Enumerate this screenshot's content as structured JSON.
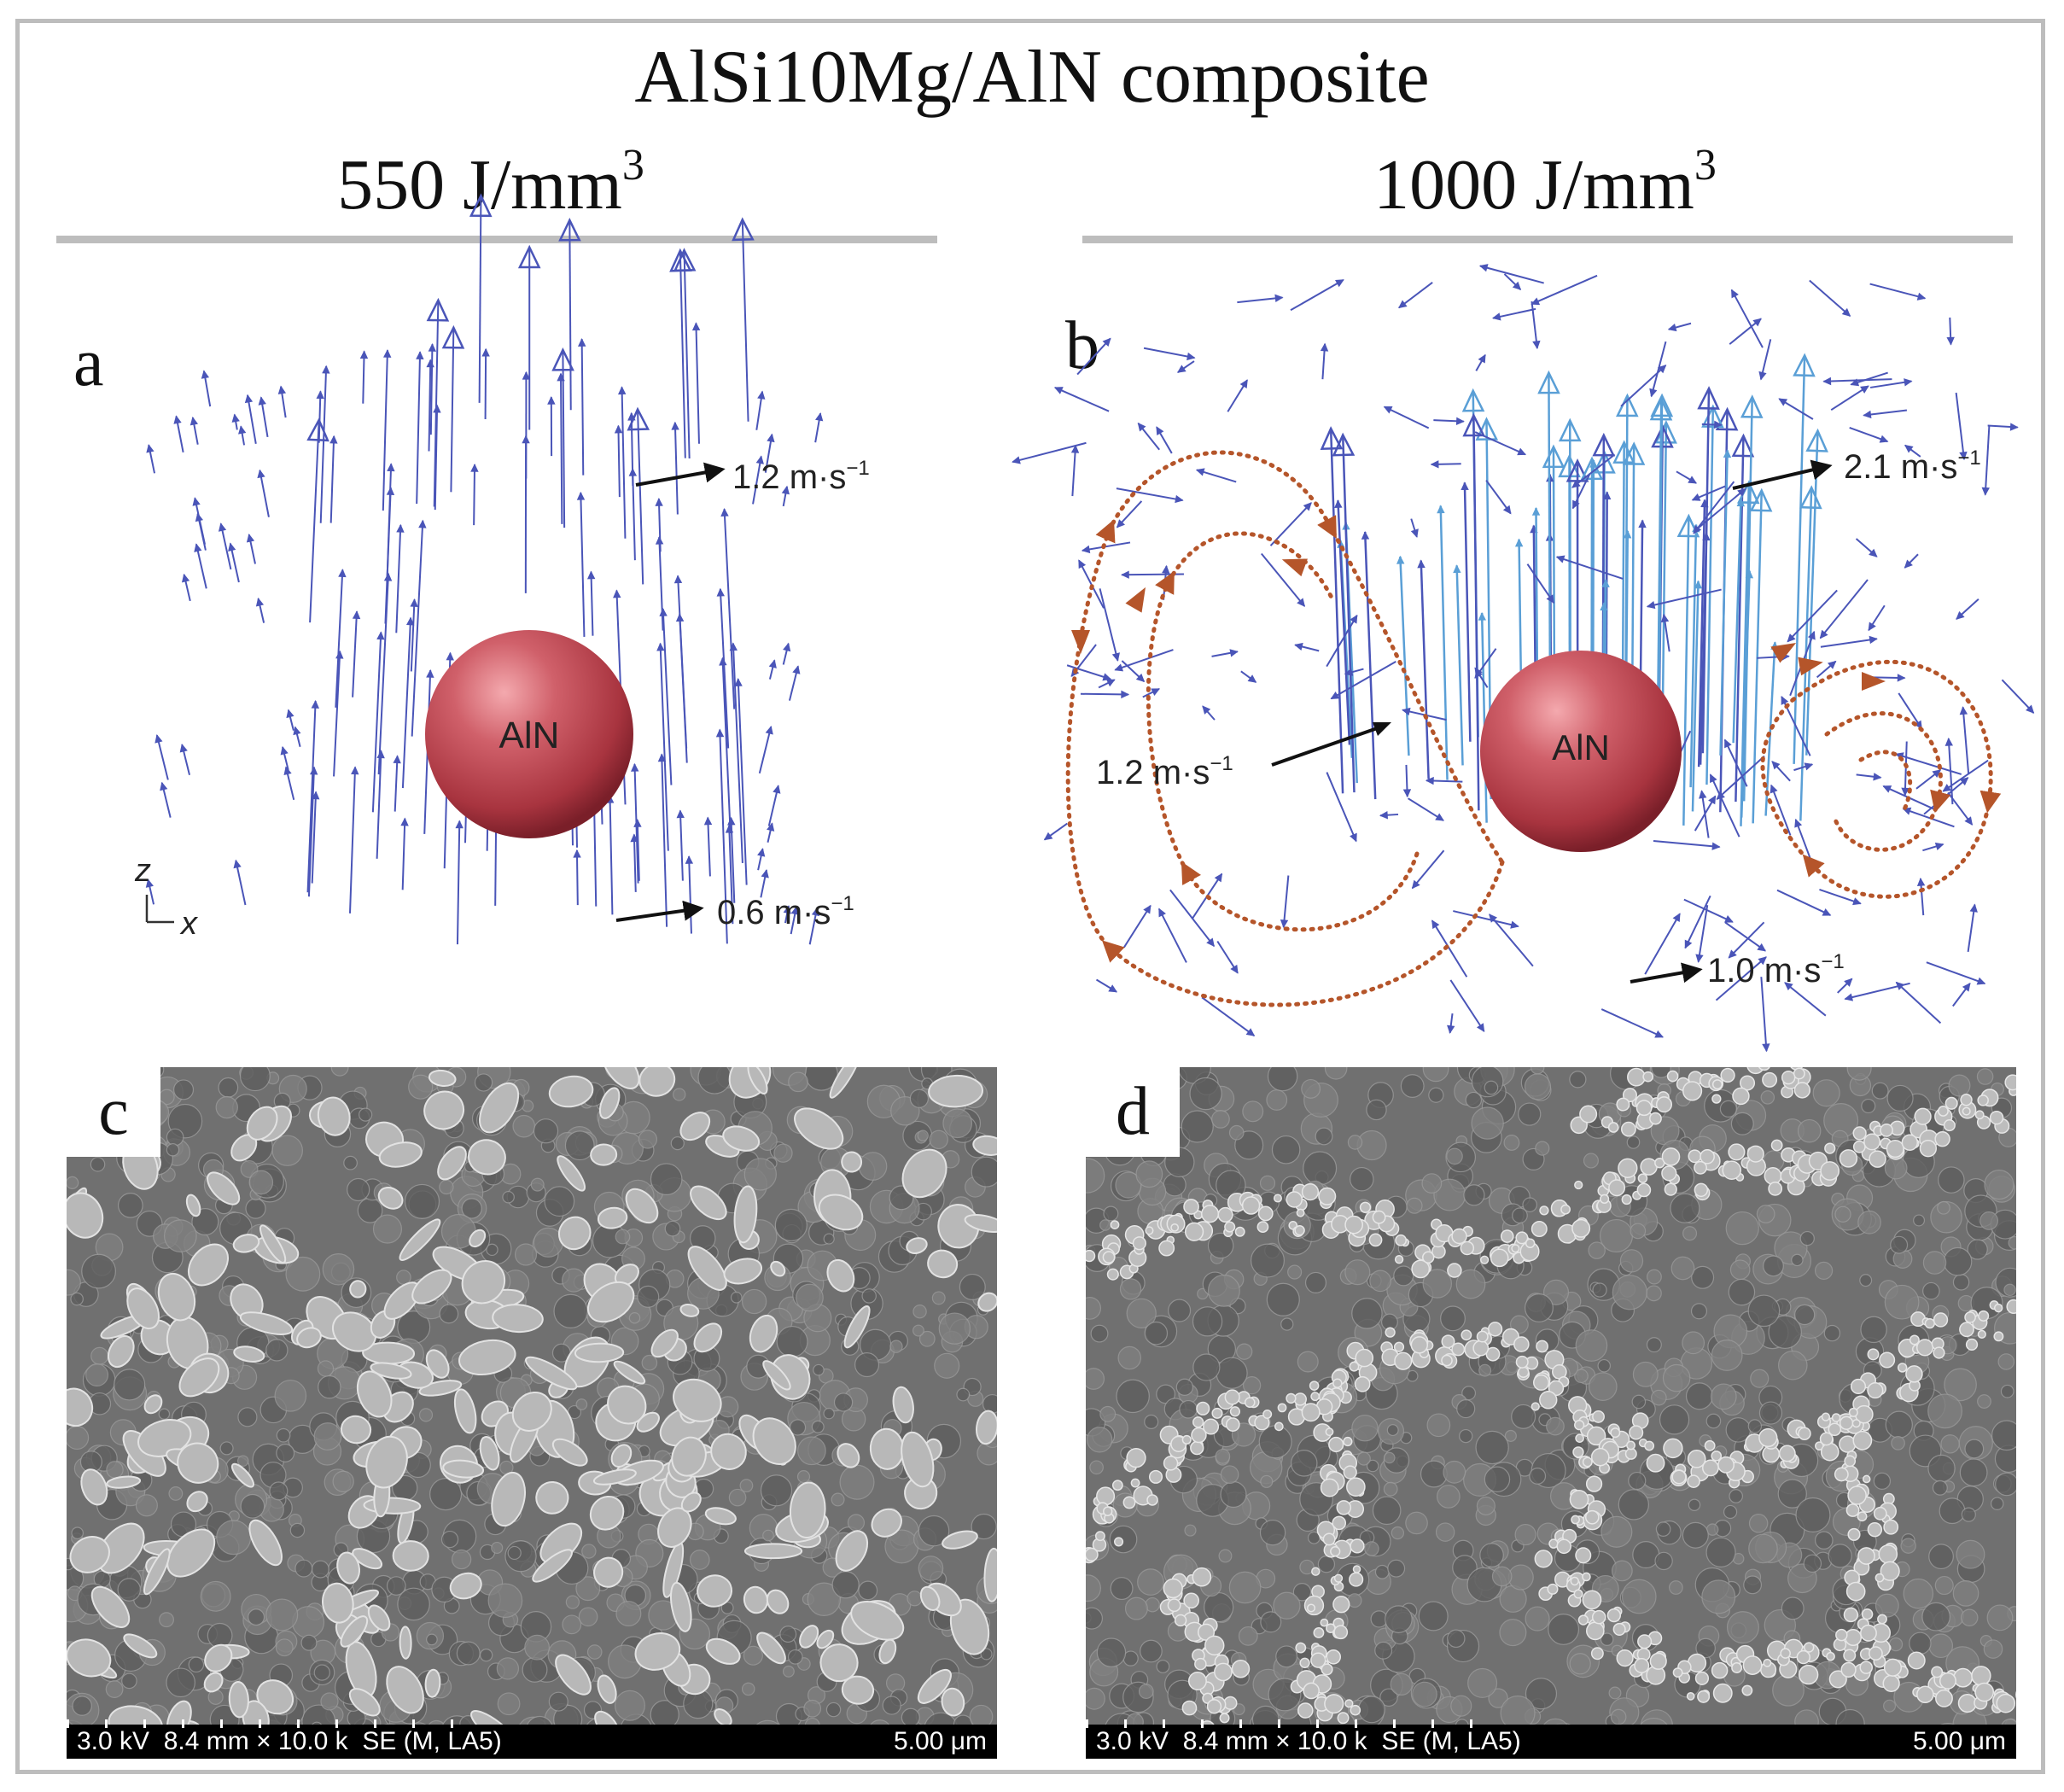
{
  "figure": {
    "title": "AlSi10Mg/AlN composite",
    "columns": [
      {
        "energy_value": "550 J/mm",
        "energy_exp": "3"
      },
      {
        "energy_value": "1000 J/mm",
        "energy_exp": "3"
      }
    ],
    "panels": {
      "a": {
        "letter": "a",
        "particle_label": "AlN",
        "axes": {
          "vertical": "z",
          "horizontal": "x"
        },
        "velocity_labels": [
          {
            "value": "1.2 m·s",
            "exp": "−1"
          },
          {
            "value": "0.6 m·s",
            "exp": "−1"
          }
        ]
      },
      "b": {
        "letter": "b",
        "particle_label": "AlN",
        "velocity_labels": [
          {
            "value": "2.1 m·s",
            "exp": "−1"
          },
          {
            "value": "1.2 m·s",
            "exp": "−1"
          },
          {
            "value": "1.0 m·s",
            "exp": "−1"
          }
        ]
      },
      "c": {
        "letter": "c",
        "info_bar": "3.0 kV  8.4 mm × 10.0 k  SE (M, LA5)",
        "scale_bar": "5.00 μm"
      },
      "d": {
        "letter": "d",
        "info_bar": "3.0 kV  8.4 mm × 10.0 k  SE (M, LA5)",
        "scale_bar": "5.00 μm"
      }
    },
    "colors": {
      "vector_dark": "#4a55b8",
      "vector_light": "#5a9fd6",
      "particle": "#c8505c",
      "streamline": "#b5552a",
      "frame": "#bdbdbd"
    }
  }
}
